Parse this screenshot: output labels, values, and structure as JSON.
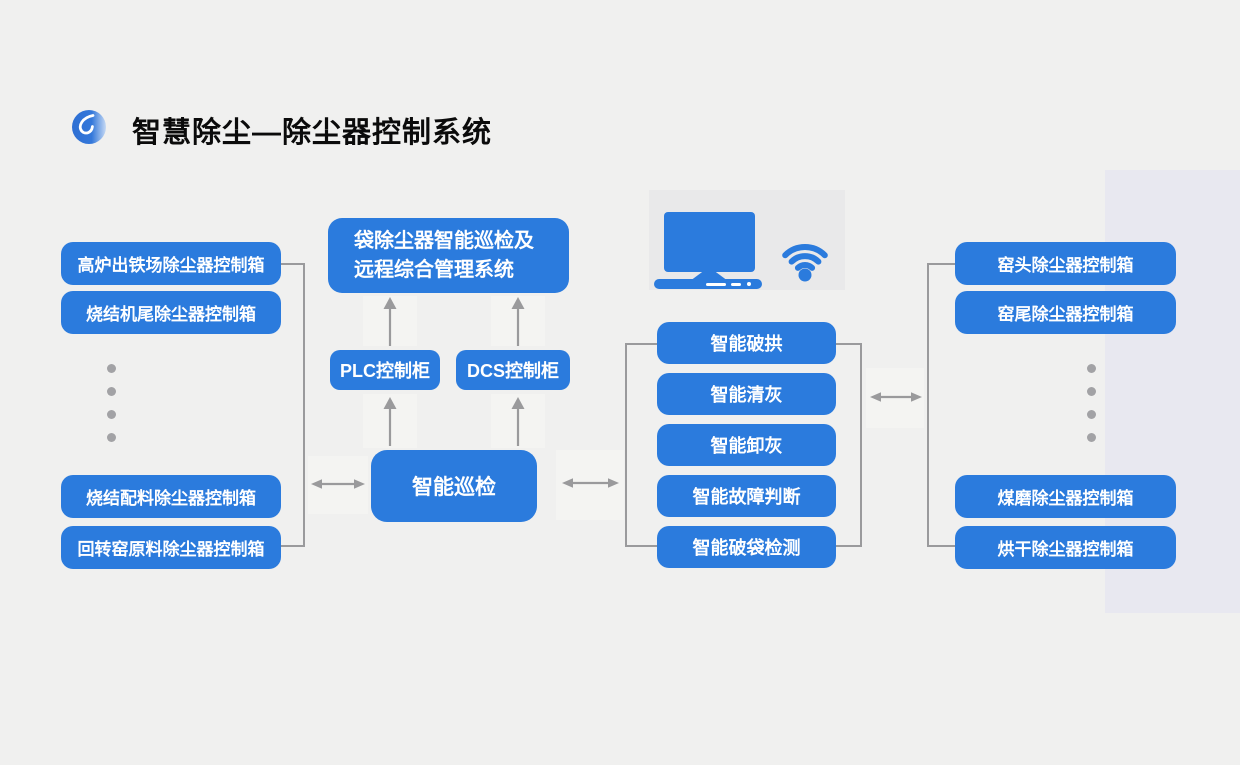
{
  "title": "智慧除尘—除尘器控制系统",
  "left_group": {
    "top": [
      "高炉出铁场除尘器控制箱",
      "烧结机尾除尘器控制箱"
    ],
    "bottom": [
      "烧结配料除尘器控制箱",
      "回转窑原料除尘器控制箱"
    ]
  },
  "center": {
    "management_system_line1": "袋除尘器智能巡检及",
    "management_system_line2": "远程综合管理系统",
    "plc_label": "PLC控制柜",
    "dcs_label": "DCS控制柜",
    "inspection_label": "智能巡检"
  },
  "smart_functions": [
    "智能破拱",
    "智能清灰",
    "智能卸灰",
    "智能故障判断",
    "智能破袋检测"
  ],
  "right_group": {
    "top": [
      "窑头除尘器控制箱",
      "窑尾除尘器控制箱"
    ],
    "bottom": [
      "煤磨除尘器控制箱",
      "烘干除尘器控制箱"
    ]
  },
  "icons": {
    "logo": "logo-swirl-icon",
    "computer": "computer-icon",
    "wifi": "wifi-icon",
    "up_arrow": "arrow-up-icon",
    "double_arrow": "double-arrow-icon"
  },
  "colors": {
    "node_blue": "#2b7bdd",
    "connector_gray": "#9a9a9c",
    "background": "#f0f0ef",
    "accent_band": "#e8e8f0",
    "title_text": "#0b0b0b"
  }
}
